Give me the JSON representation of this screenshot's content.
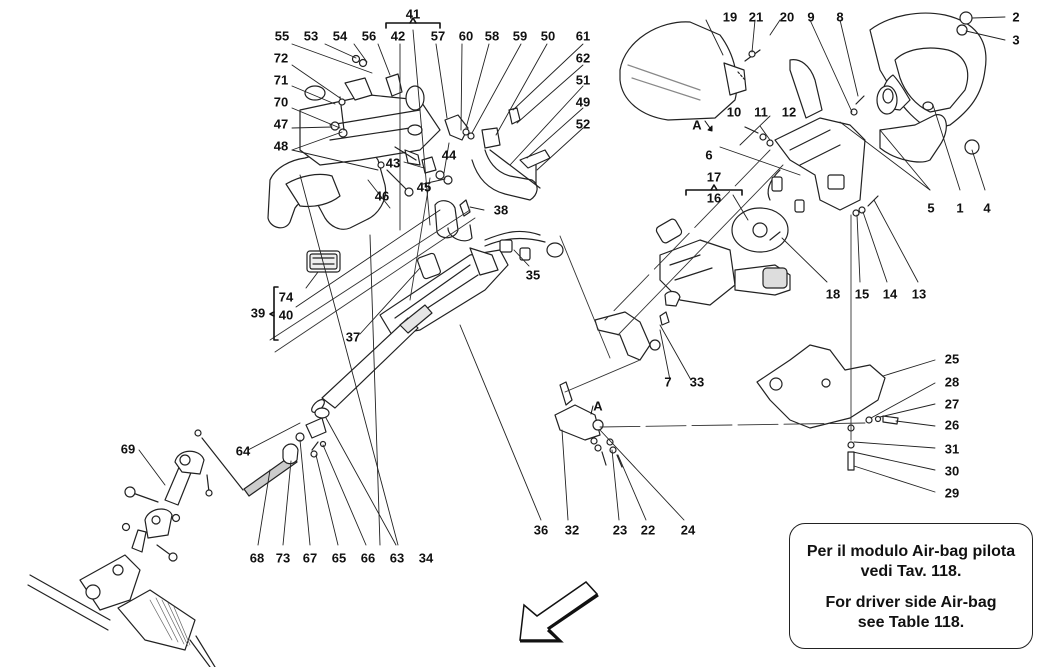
{
  "diagram": {
    "title": "Steering column exploded parts diagram",
    "view_marker": "A",
    "callouts": [
      {
        "id": "1",
        "label": "1"
      },
      {
        "id": "2",
        "label": "2"
      },
      {
        "id": "3",
        "label": "3"
      },
      {
        "id": "4",
        "label": "4"
      },
      {
        "id": "5",
        "label": "5"
      },
      {
        "id": "6",
        "label": "6"
      },
      {
        "id": "7",
        "label": "7"
      },
      {
        "id": "8",
        "label": "8"
      },
      {
        "id": "9",
        "label": "9"
      },
      {
        "id": "10",
        "label": "10"
      },
      {
        "id": "11",
        "label": "11"
      },
      {
        "id": "12",
        "label": "12"
      },
      {
        "id": "13",
        "label": "13"
      },
      {
        "id": "14",
        "label": "14"
      },
      {
        "id": "15",
        "label": "15"
      },
      {
        "id": "16",
        "label": "16"
      },
      {
        "id": "17",
        "label": "17"
      },
      {
        "id": "18",
        "label": "18"
      },
      {
        "id": "19",
        "label": "19"
      },
      {
        "id": "20",
        "label": "20"
      },
      {
        "id": "21",
        "label": "21"
      },
      {
        "id": "22",
        "label": "22"
      },
      {
        "id": "23",
        "label": "23"
      },
      {
        "id": "24",
        "label": "24"
      },
      {
        "id": "25",
        "label": "25"
      },
      {
        "id": "26",
        "label": "26"
      },
      {
        "id": "27",
        "label": "27"
      },
      {
        "id": "28",
        "label": "28"
      },
      {
        "id": "29",
        "label": "29"
      },
      {
        "id": "30",
        "label": "30"
      },
      {
        "id": "31",
        "label": "31"
      },
      {
        "id": "32",
        "label": "32"
      },
      {
        "id": "33",
        "label": "33"
      },
      {
        "id": "34",
        "label": "34"
      },
      {
        "id": "35",
        "label": "35"
      },
      {
        "id": "36",
        "label": "36"
      },
      {
        "id": "37",
        "label": "37"
      },
      {
        "id": "38",
        "label": "38"
      },
      {
        "id": "39",
        "label": "39"
      },
      {
        "id": "40",
        "label": "40"
      },
      {
        "id": "41",
        "label": "41"
      },
      {
        "id": "42",
        "label": "42"
      },
      {
        "id": "43",
        "label": "43"
      },
      {
        "id": "44",
        "label": "44"
      },
      {
        "id": "45",
        "label": "45"
      },
      {
        "id": "46",
        "label": "46"
      },
      {
        "id": "47",
        "label": "47"
      },
      {
        "id": "48",
        "label": "48"
      },
      {
        "id": "49",
        "label": "49"
      },
      {
        "id": "50",
        "label": "50"
      },
      {
        "id": "51",
        "label": "51"
      },
      {
        "id": "52",
        "label": "52"
      },
      {
        "id": "53",
        "label": "53"
      },
      {
        "id": "54",
        "label": "54"
      },
      {
        "id": "55",
        "label": "55"
      },
      {
        "id": "56",
        "label": "56"
      },
      {
        "id": "57",
        "label": "57"
      },
      {
        "id": "58",
        "label": "58"
      },
      {
        "id": "59",
        "label": "59"
      },
      {
        "id": "60",
        "label": "60"
      },
      {
        "id": "61",
        "label": "61"
      },
      {
        "id": "62",
        "label": "62"
      },
      {
        "id": "63",
        "label": "63"
      },
      {
        "id": "64",
        "label": "64"
      },
      {
        "id": "65",
        "label": "65"
      },
      {
        "id": "66",
        "label": "66"
      },
      {
        "id": "67",
        "label": "67"
      },
      {
        "id": "68",
        "label": "68"
      },
      {
        "id": "69",
        "label": "69"
      },
      {
        "id": "70",
        "label": "70"
      },
      {
        "id": "71",
        "label": "71"
      },
      {
        "id": "72",
        "label": "72"
      },
      {
        "id": "73",
        "label": "73"
      },
      {
        "id": "74",
        "label": "74"
      }
    ],
    "groups": [
      {
        "label": "41",
        "members": [
          "42"
        ]
      },
      {
        "label": "17",
        "members": [
          "16"
        ]
      },
      {
        "label": "39",
        "members": [
          "74",
          "40"
        ]
      }
    ]
  },
  "note": {
    "italian_line1": "Per il modulo Air-bag pilota",
    "italian_line2": "vedi Tav. 118.",
    "english_line1": "For driver side Air-bag",
    "english_line2": "see Table 118."
  },
  "orientation_arrow": "front-direction-arrow"
}
